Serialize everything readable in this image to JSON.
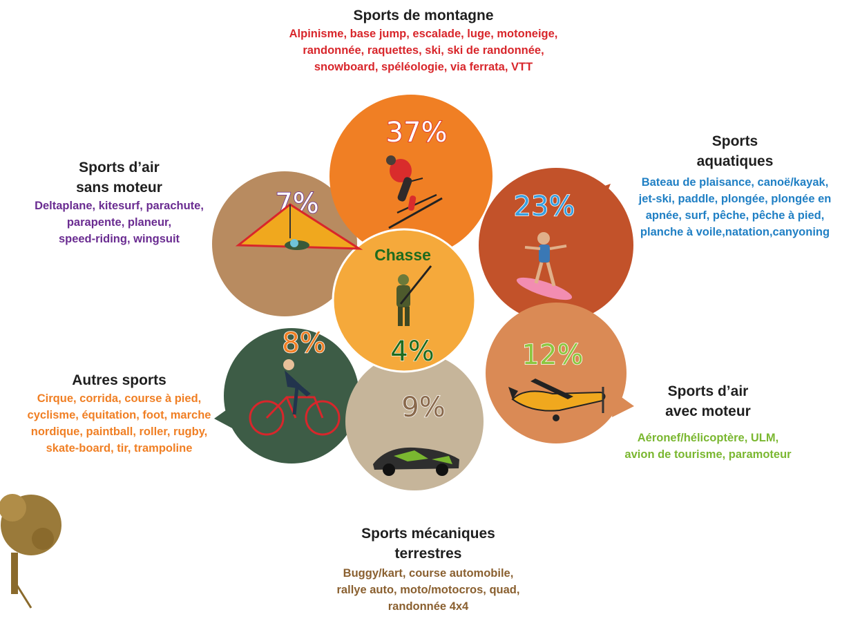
{
  "center": {
    "title": "Chasse",
    "percent": "4%",
    "title_color": "#1e6b1e",
    "percent_color": "#1e6b1e",
    "fill": "#f5a93b"
  },
  "segments": [
    {
      "id": "montagne",
      "title_lines": [
        "Sports de montagne"
      ],
      "desc_lines": [
        "Alpinisme, base jump, escalade, luge, motoneige,",
        "randonnée, raquettes, ski, ski de randonnée,",
        "snowboard, spéléologie, via ferrata, VTT"
      ],
      "percent": "37%",
      "fill": "#f07f24",
      "percent_color": "#ffffff",
      "percent_stroke": "#d8262b",
      "desc_color": "#d8262b",
      "icon": "skier-icon"
    },
    {
      "id": "aquatiques",
      "title_lines": [
        "Sports",
        "aquatiques"
      ],
      "desc_lines": [
        "Bateau de plaisance, canoë/kayak,",
        "jet-ski, paddle, plongée, plongée en",
        "apnée, surf, pêche, pêche à pied,",
        "planche à voile,natation,canyoning"
      ],
      "percent": "23%",
      "fill": "#c2522a",
      "percent_color": "#3aa0e0",
      "percent_stroke": "#ffffff",
      "desc_color": "#1f7fc4",
      "icon": "surfer-icon"
    },
    {
      "id": "air-moteur",
      "title_lines": [
        "Sports d’air",
        "avec moteur"
      ],
      "desc_lines": [
        "Aéronef/hélicoptère, ULM,",
        "avion de tourisme, paramoteur"
      ],
      "percent": "12%",
      "fill": "#da8a55",
      "percent_color": "#8cc63f",
      "percent_stroke": "#ffffff",
      "desc_color": "#7ab730",
      "icon": "airplane-icon"
    },
    {
      "id": "mecaniques",
      "title_lines": [
        "Sports mécaniques",
        "terrestres"
      ],
      "desc_lines": [
        "Buggy/kart, course automobile,",
        "rallye auto, moto/motocros, quad,",
        "randonnée 4x4"
      ],
      "percent": "9%",
      "fill": "#c6b59a",
      "percent_color": "#8a6a4d",
      "percent_stroke": "#ffffff",
      "desc_color": "#8a6030",
      "icon": "race-car-icon"
    },
    {
      "id": "autres",
      "title_lines": [
        "Autres sports"
      ],
      "desc_lines": [
        "Cirque, corrida, course à pied,",
        "cyclisme, équitation, foot, marche",
        "nordique, paintball, roller, rugby,",
        "skate-board, tir, trampoline"
      ],
      "percent": "8%",
      "fill": "#3d5c46",
      "percent_color": "#f07f24",
      "percent_stroke": "#ffffff",
      "desc_color": "#f07f24",
      "icon": "cyclist-icon"
    },
    {
      "id": "air-sans-moteur",
      "title_lines": [
        "Sports d’air",
        "sans moteur"
      ],
      "desc_lines": [
        "Deltaplane, kitesurf, parachute,",
        "parapente, planeur,",
        "speed-riding, wingsuit"
      ],
      "percent": "7%",
      "fill": "#b88b60",
      "percent_color": "#ffffff",
      "percent_stroke": "#6a2c91",
      "desc_color": "#6a2c91",
      "icon": "hang-glider-icon"
    }
  ],
  "title_color": "#1f1f1f"
}
